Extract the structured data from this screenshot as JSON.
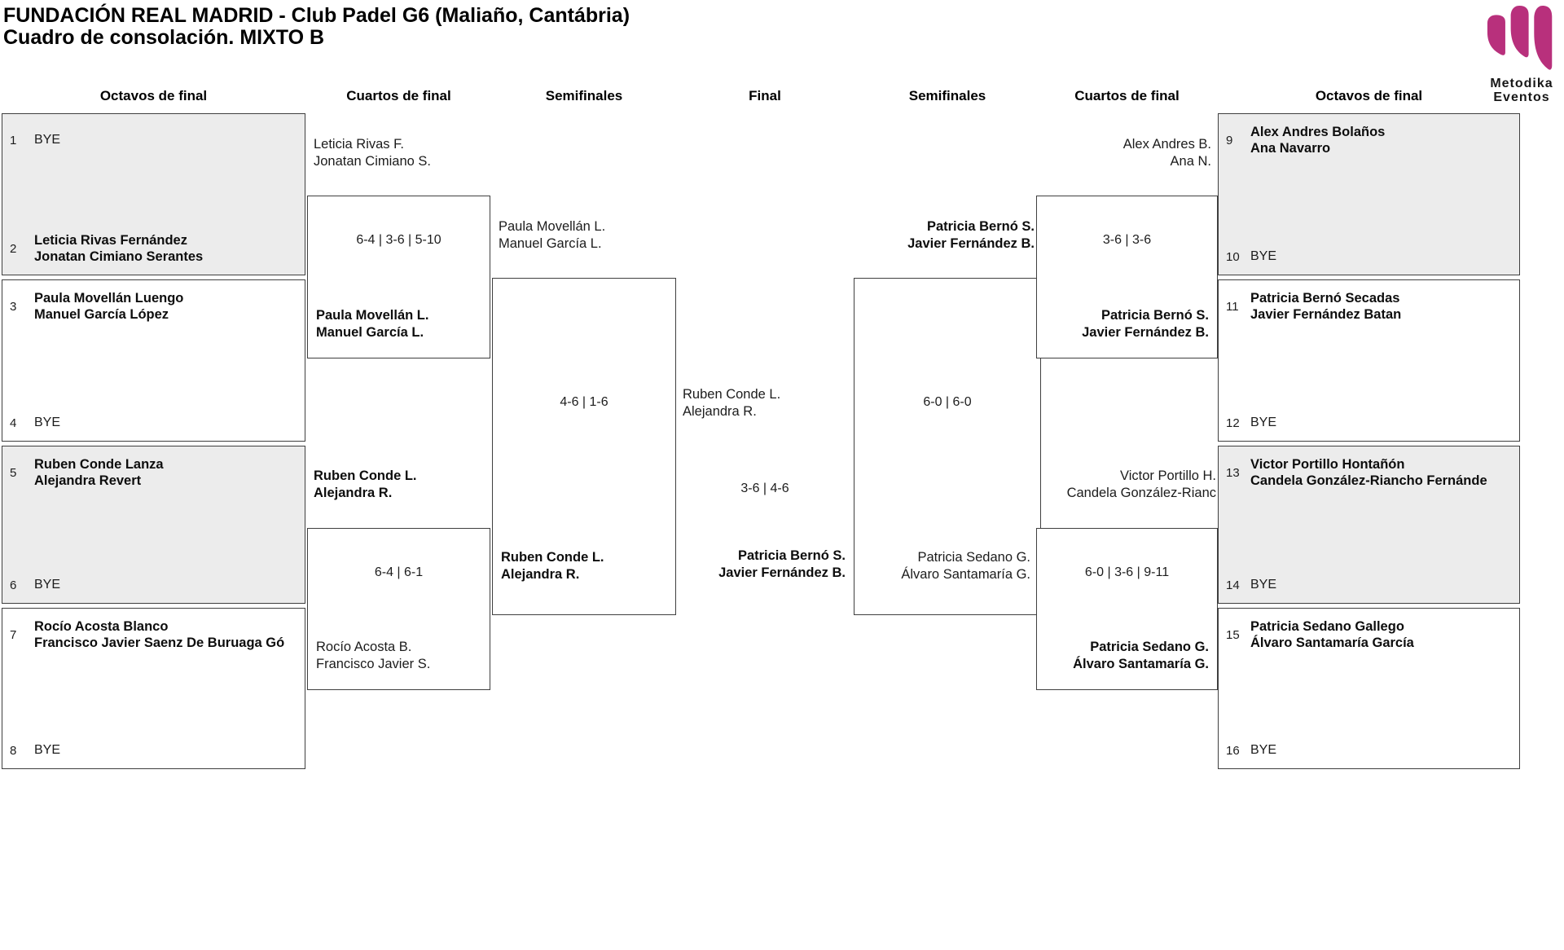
{
  "header": {
    "title_line1": "FUNDACIÓN REAL MADRID - Club Padel G6 (Maliaño, Cantábria)",
    "title_line2": "Cuadro de consolación. MIXTO B"
  },
  "logo": {
    "brand_line1": "Metodika",
    "brand_line2": "Eventos",
    "accent_color": "#b8307c"
  },
  "colors": {
    "accent": "#b8307c",
    "box_shaded": "#ececec",
    "border": "#3f3f3f"
  },
  "round_headers": [
    "Octavos de final",
    "Cuartos de final",
    "Semifinales",
    "Final",
    "Semifinales",
    "Cuartos de final",
    "Octavos de final"
  ],
  "octavos_left": [
    {
      "shaded": true,
      "top": {
        "seed": "1",
        "name1": "BYE",
        "name2": ""
      },
      "bottom": {
        "seed": "2",
        "name1": "Leticia Rivas Fernández",
        "name2": "Jonatan Cimiano Serantes"
      }
    },
    {
      "shaded": false,
      "top": {
        "seed": "3",
        "name1": "Paula Movellán Luengo",
        "name2": "Manuel García López"
      },
      "bottom": {
        "seed": "4",
        "name1": "BYE",
        "name2": ""
      }
    },
    {
      "shaded": true,
      "top": {
        "seed": "5",
        "name1": "Ruben Conde Lanza",
        "name2": "Alejandra Revert"
      },
      "bottom": {
        "seed": "6",
        "name1": "BYE",
        "name2": ""
      }
    },
    {
      "shaded": false,
      "top": {
        "seed": "7",
        "name1": "Rocío Acosta Blanco",
        "name2": "Francisco Javier Saenz De Buruaga Gó"
      },
      "bottom": {
        "seed": "8",
        "name1": "BYE",
        "name2": ""
      }
    }
  ],
  "octavos_right": [
    {
      "shaded": true,
      "top": {
        "seed": "9",
        "name1": "Alex Andres Bolaños",
        "name2": "Ana Navarro"
      },
      "bottom": {
        "seed": "10",
        "name1": "BYE",
        "name2": ""
      }
    },
    {
      "shaded": false,
      "top": {
        "seed": "11",
        "name1": "Patricia Bernó Secadas",
        "name2": "Javier Fernández Batan"
      },
      "bottom": {
        "seed": "12",
        "name1": "BYE",
        "name2": ""
      }
    },
    {
      "shaded": true,
      "top": {
        "seed": "13",
        "name1": "Victor Portillo Hontañón",
        "name2": "Candela González-Riancho Fernánde"
      },
      "bottom": {
        "seed": "14",
        "name1": "BYE",
        "name2": ""
      }
    },
    {
      "shaded": false,
      "top": {
        "seed": "15",
        "name1": "Patricia Sedano Gallego",
        "name2": "Álvaro Santamaría García"
      },
      "bottom": {
        "seed": "16",
        "name1": "BYE",
        "name2": ""
      }
    }
  ],
  "quarters_left": [
    {
      "above": {
        "line1": "Leticia Rivas F.",
        "line2": "Jonatan Cimiano S.",
        "bold": false
      },
      "score": "6-4 | 3-6 | 5-10",
      "in_box": {
        "line1": "Paula Movellán L.",
        "line2": "Manuel García L.",
        "bold": true
      }
    },
    {
      "above": {
        "line1": "Ruben Conde L.",
        "line2": "Alejandra R.",
        "bold": true
      },
      "score": "6-4 | 6-1",
      "in_box": {
        "line1": "Rocío Acosta B.",
        "line2": "Francisco Javier S.",
        "bold": false
      }
    }
  ],
  "semis_left": {
    "above": {
      "line1": "Paula Movellán L.",
      "line2": "Manuel García L.",
      "bold": false
    },
    "score": "4-6 | 1-6",
    "in_box": {
      "line1": "Ruben Conde L.",
      "line2": "Alejandra R.",
      "bold": true
    }
  },
  "final": {
    "left_team": {
      "line1": "Ruben Conde L.",
      "line2": "Alejandra R.",
      "bold": false
    },
    "score": "3-6 | 4-6",
    "right_team": {
      "line1": "Patricia Bernó S.",
      "line2": "Javier Fernández B.",
      "bold": true
    }
  },
  "semis_right": {
    "above": {
      "line1": "Patricia Bernó S.",
      "line2": "Javier Fernández B.",
      "bold": true
    },
    "score": "6-0 | 6-0",
    "in_box": {
      "line1": "Patricia Sedano G.",
      "line2": "Álvaro Santamaría G.",
      "bold": false
    }
  },
  "quarters_right": [
    {
      "above": {
        "line1": "Alex Andres B.",
        "line2": "Ana N.",
        "bold": false
      },
      "score": "3-6 | 3-6",
      "in_box": {
        "line1": "Patricia Bernó S.",
        "line2": "Javier Fernández B.",
        "bold": true
      }
    },
    {
      "above": {
        "line1": "Victor Portillo H.",
        "line2": "Candela González-Rianc",
        "bold": false
      },
      "score": "6-0 | 3-6 | 9-11",
      "in_box": {
        "line1": "Patricia Sedano G.",
        "line2": "Álvaro Santamaría G.",
        "bold": true
      }
    }
  ]
}
